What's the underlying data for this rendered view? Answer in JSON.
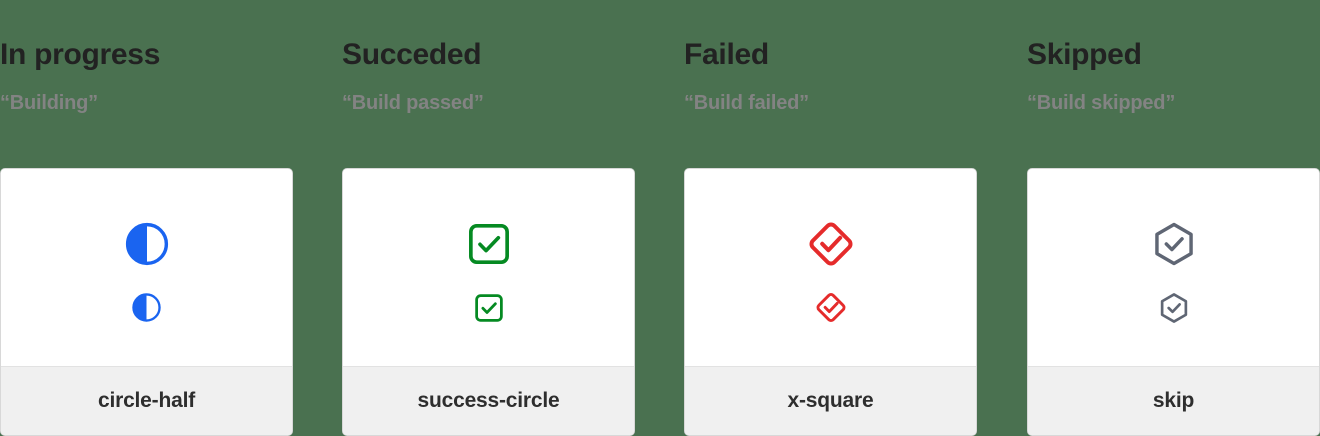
{
  "background_color": "#4a7150",
  "columns": [
    {
      "title": "In progress",
      "subtitle": "“Building”",
      "icon_name": "circle-half-icon",
      "icon_color": "#1a64f0",
      "card_label": "circle-half"
    },
    {
      "title": "Succeded",
      "subtitle": "“Build passed”",
      "icon_name": "success-circle-icon",
      "icon_color": "#058a22",
      "card_label": "success-circle"
    },
    {
      "title": "Failed",
      "subtitle": "“Build failed”",
      "icon_name": "x-square-icon",
      "icon_color": "#e52b2b",
      "card_label": "x-square"
    },
    {
      "title": "Skipped",
      "subtitle": "“Build skipped”",
      "icon_name": "skip-icon",
      "icon_color": "#5f6674",
      "card_label": "skip"
    }
  ]
}
